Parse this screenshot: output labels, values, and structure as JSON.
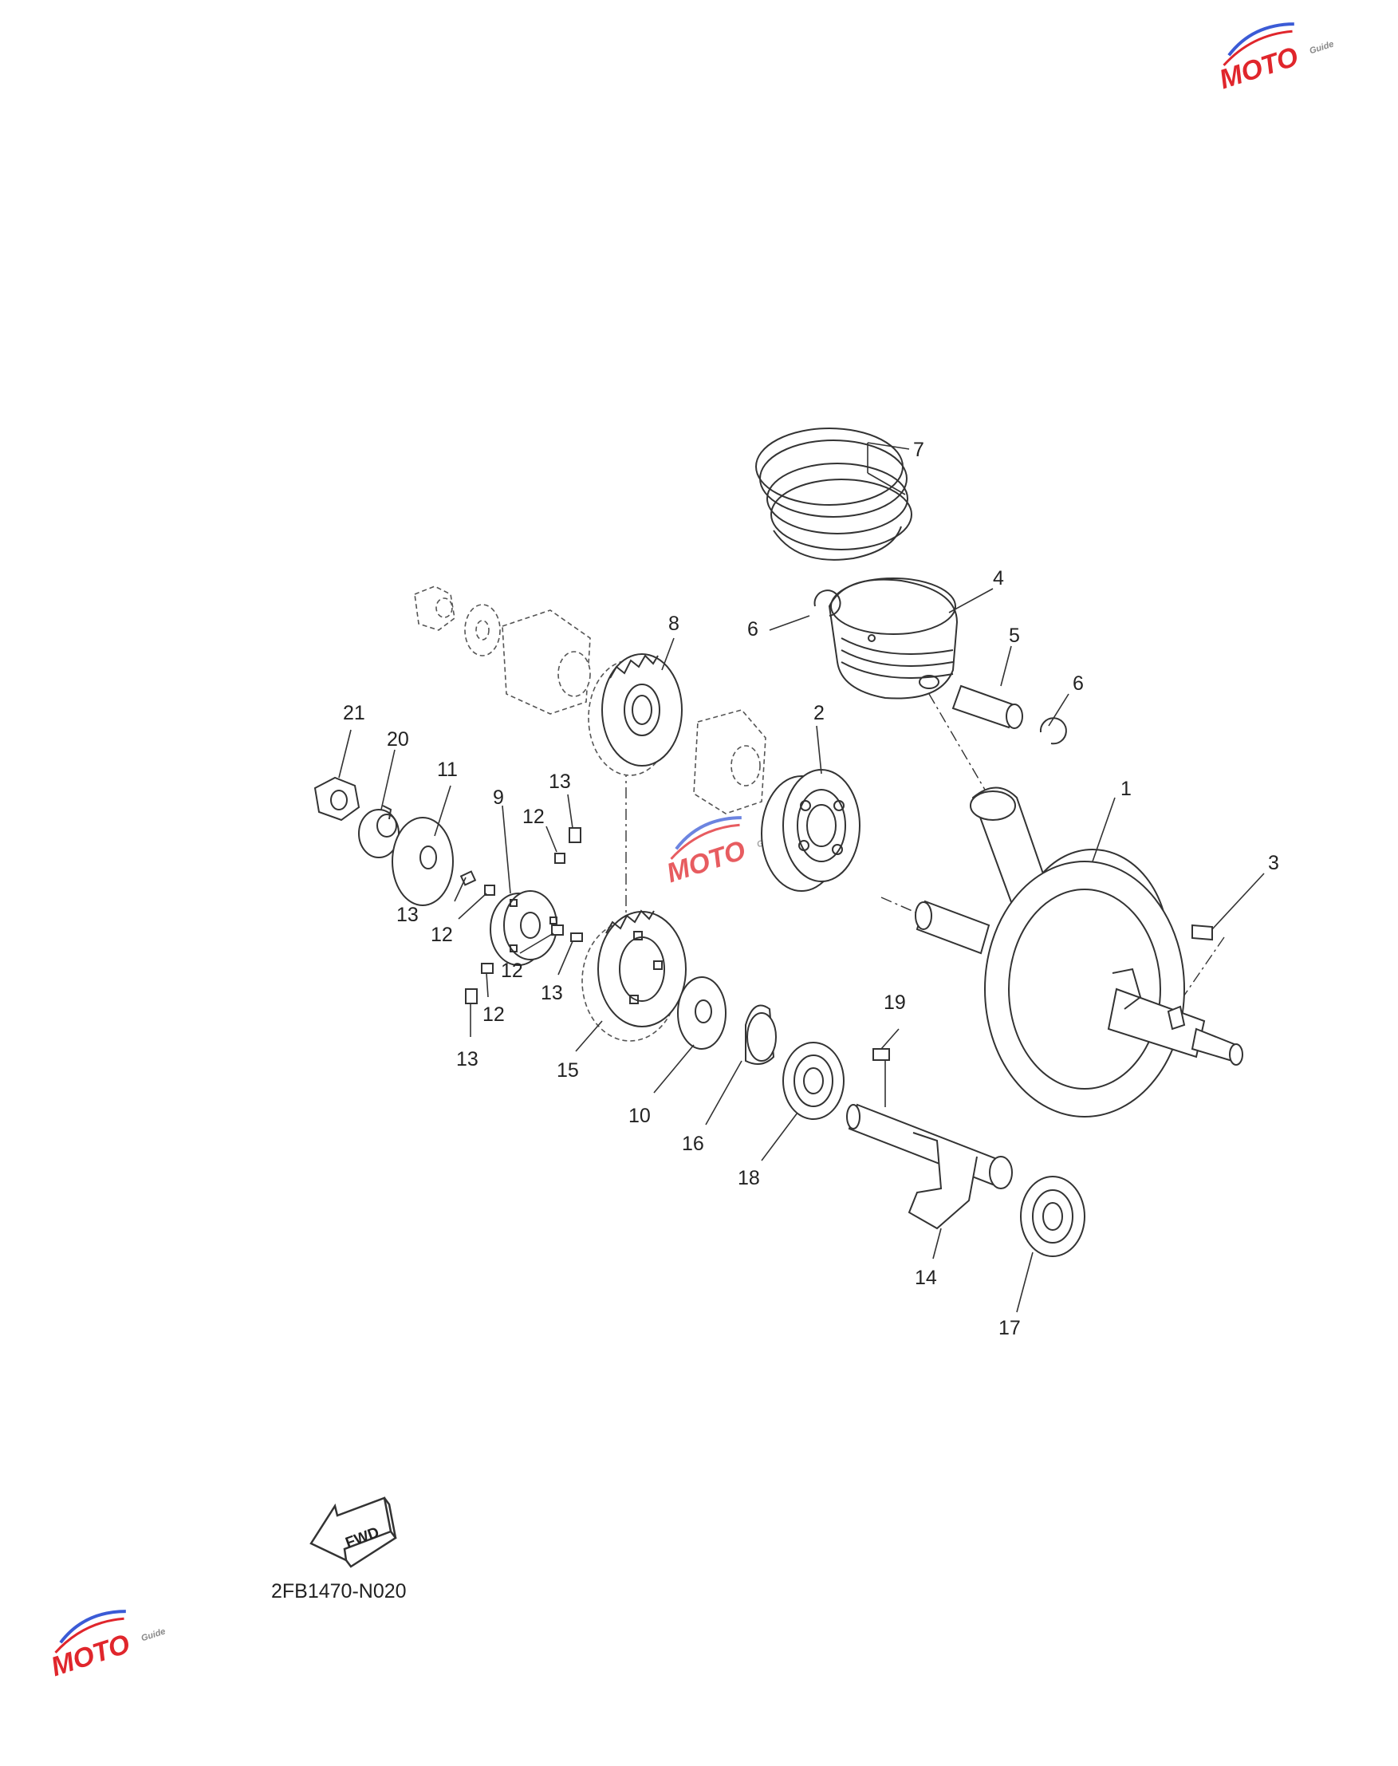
{
  "diagram": {
    "code": "2FB1470-N020",
    "fwd_label": "FWD",
    "labels": [
      "1",
      "2",
      "3",
      "4",
      "5",
      "6",
      "6",
      "7",
      "8",
      "9",
      "10",
      "11",
      "12",
      "12",
      "12",
      "12",
      "13",
      "13",
      "13",
      "13",
      "14",
      "15",
      "16",
      "17",
      "18",
      "19",
      "20",
      "21"
    ]
  },
  "watermark": {
    "letters": "MOTO",
    "tagline": "Guide",
    "colors": {
      "red": "#e0262c",
      "blue": "#3b5bd6",
      "grey": "#888888"
    }
  },
  "colors": {
    "line": "#333333",
    "text": "#222222",
    "background": "#ffffff"
  }
}
